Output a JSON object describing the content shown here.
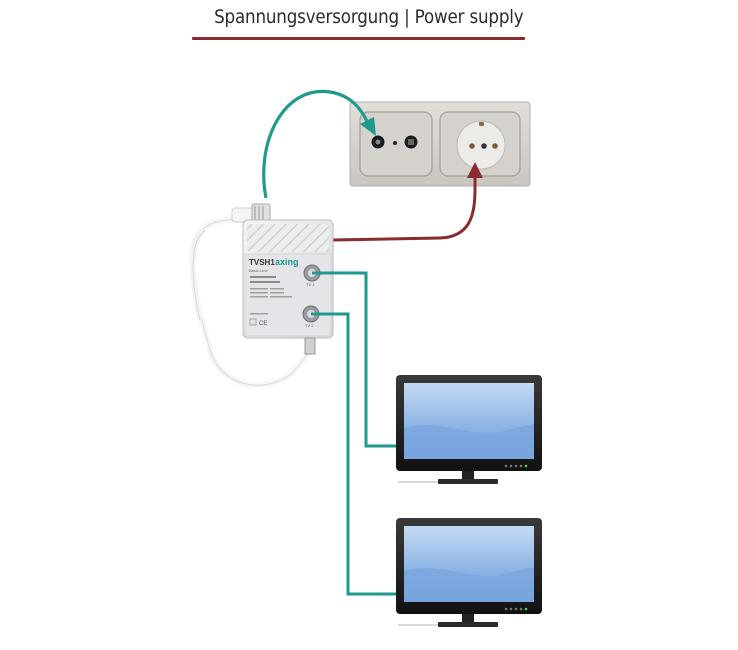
{
  "title": "Spannungsversorgung | Power supply",
  "colors": {
    "title_rule": "#8a2c2e",
    "antenna_cable": "#1f9a8e",
    "power_cable": "#8a2c2e",
    "wall_plate": "#d8d5d0",
    "amplifier_body": "#e9eaec",
    "tv_frame": "#1b1b1b",
    "tv_screen": "#8fb6e6"
  },
  "amplifier": {
    "model": "TVSH1",
    "brand": "axing",
    "product_line": "Basic-Line",
    "port_1_label": "TV 1",
    "port_2_label": "TV 2"
  },
  "devices": {
    "wall_outlet": "antenna-and-power-socket",
    "tv_1": "tv-monitor",
    "tv_2": "tv-monitor"
  }
}
